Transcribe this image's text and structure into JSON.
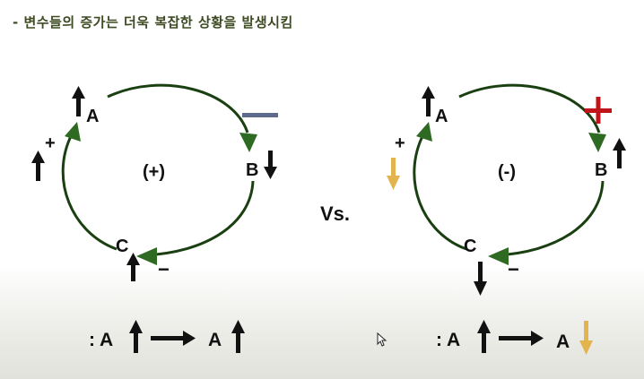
{
  "title": "- 변수들의 증가는 더욱 복잡한 상황을 발생시킴",
  "left_loop": {
    "node_a": "A",
    "node_b": "B",
    "node_c": "C",
    "center": "(+)",
    "sign_plus": "+",
    "sign_minus": "−",
    "result_prefix": ": A",
    "result_target": "A",
    "colors": {
      "arrow_head": "#2f6a22",
      "minus_bar": "#5d6a8c"
    }
  },
  "vs_label": "Vs.",
  "right_loop": {
    "node_a": "A",
    "node_b": "B",
    "node_c": "C",
    "center": "(-)",
    "sign_plus": "+",
    "sign_minus": "−",
    "result_prefix": ": A",
    "result_target": "A",
    "colors": {
      "plus_sign": "#c0141a",
      "down_arrow_highlight": "#e3b44d"
    }
  }
}
